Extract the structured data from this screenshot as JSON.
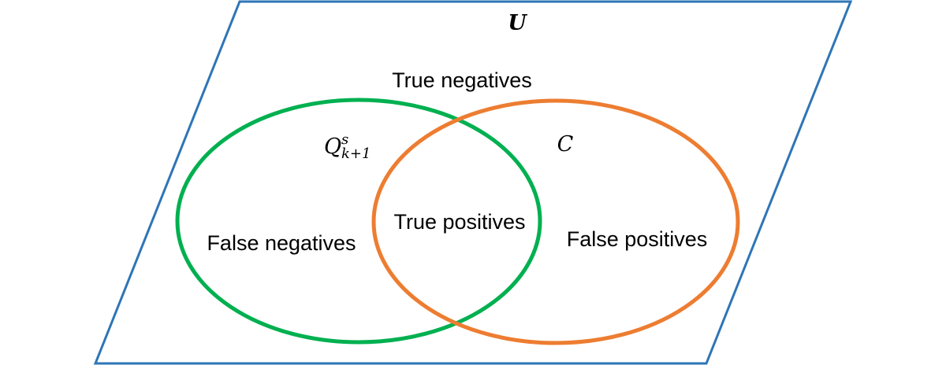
{
  "universe": {
    "label": "U",
    "outline_color": "#2E75B6"
  },
  "set_q": {
    "label_main": "Q",
    "label_sup": "s",
    "label_sub": "k+1",
    "outline_color": "#00B050"
  },
  "set_c": {
    "label": "C",
    "outline_color": "#ED7D31"
  },
  "regions": {
    "true_negatives": "True negatives",
    "true_positives": "True positives",
    "false_negatives": "False negatives",
    "false_positives": "False positives"
  }
}
